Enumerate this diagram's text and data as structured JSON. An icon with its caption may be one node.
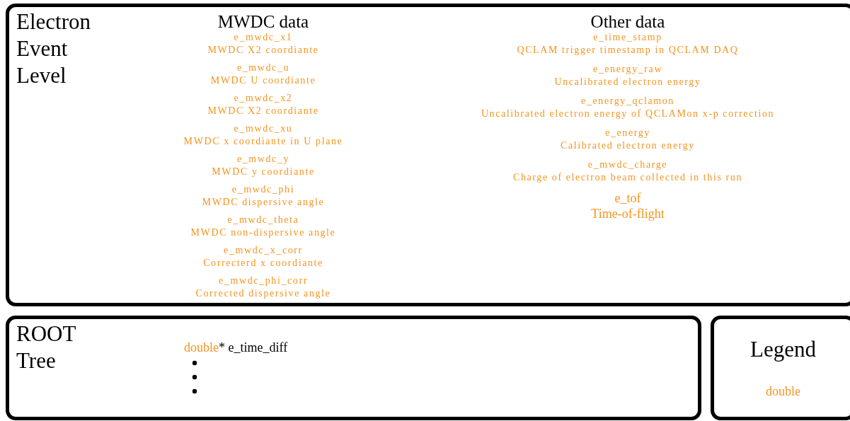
{
  "diagram": {
    "nodes": [
      {
        "text": [
          "Electron Event Level",
          "MWDC data",
          "e_mwdc_x1",
          "MWDC X2 coordiante",
          "e_mwdc_u",
          "MWDC U coordiante",
          "e_mwdc_x2",
          "MWDC X2 coordiante",
          "e_mwdc_xu",
          "MWDC x coordiante in U plane",
          "e_mwdc_y",
          "MWDC y coordiante",
          "e_mwdc_phi",
          "MWDC dispersive angle",
          "e_mwdc_theta",
          "MWDC non-dispersive angle",
          "e_mwdc_x_corr",
          "Correcterd x coordiante",
          "e_mwdc_phi_corr",
          "Corrected dispersive angle",
          "Other data",
          "e_time_stamp",
          "QCLAM trigger timestamp in QCLAM DAQ",
          "e_energy_raw",
          "Uncalibrated electron energy",
          "e_energy_qclamon",
          "Uncalibrated electron energy of QCLAMon x-p correction",
          "e_energy",
          "Calibrated electron energy",
          "e_mwdc_charge",
          "Charge of electron beam collected in this run",
          "e_tof",
          "Time-of-flight"
        ]
      },
      {
        "text": [
          "ROOT Tree",
          "double* e_time_diff"
        ]
      },
      {
        "text": [
          "Legend"
        ]
      }
    ],
    "edges": [],
    "legend": [
      {
        "text": "double",
        "color": "#f7931e"
      }
    ]
  }
}
